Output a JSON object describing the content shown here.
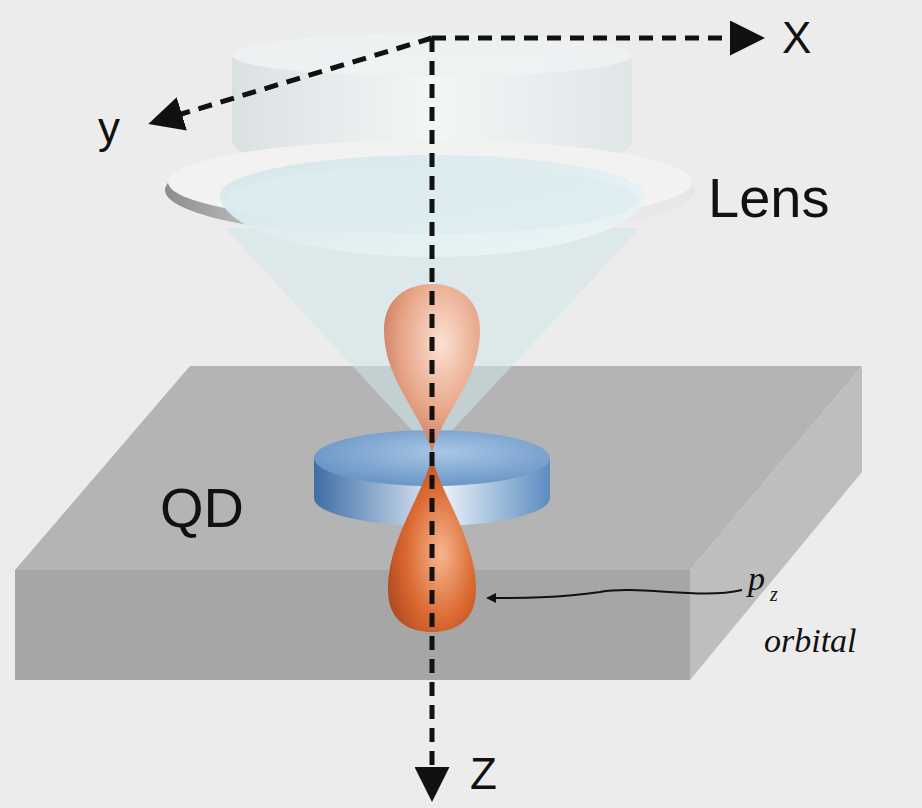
{
  "diagram": {
    "labels": [
      "X",
      "y",
      "Z",
      "Lens",
      "QD",
      "p",
      "z",
      "orbital"
    ]
  }
}
